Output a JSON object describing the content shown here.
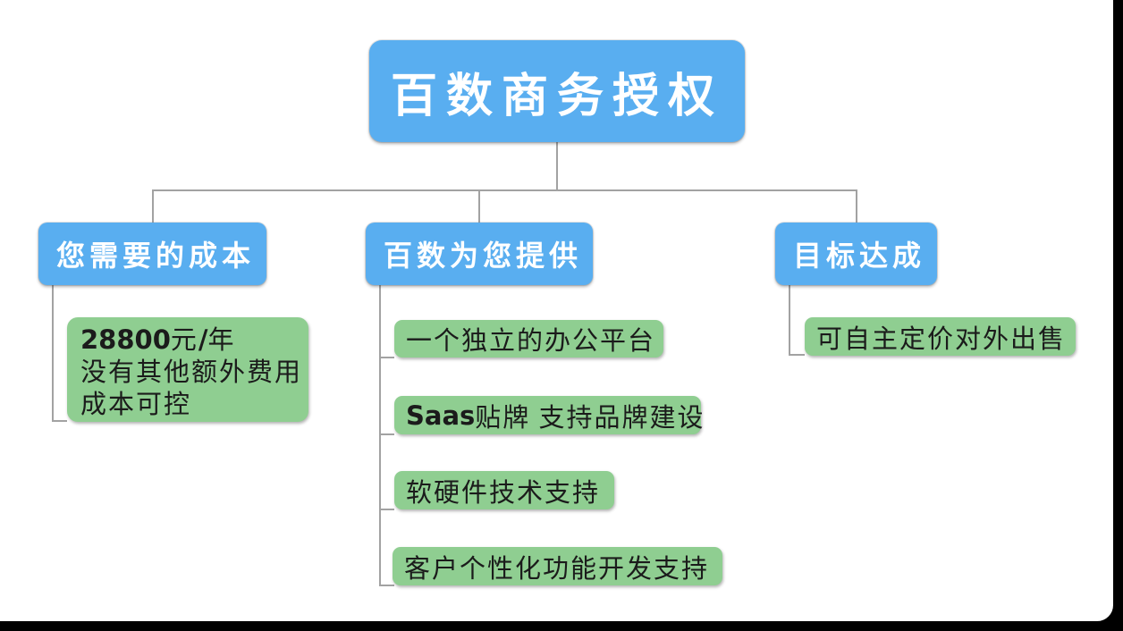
{
  "colors": {
    "node_blue": "#59aef0",
    "node_green": "#8fce91",
    "connector_gray": "#a2a2a2",
    "frame_black": "#000000",
    "text_light": "#ffffff",
    "text_dark": "#1b1b1b"
  },
  "diagram": {
    "root": {
      "label": "百数商务授权"
    },
    "branches": {
      "cost": {
        "label": "您需要的成本",
        "detail": {
          "amount": "28800",
          "unit_cny": "元",
          "slash": "/",
          "unit_year": "年",
          "line2": "没有其他额外费用",
          "line3": "成本可控"
        }
      },
      "provide": {
        "label": "百数为您提供",
        "items": [
          {
            "bold": "",
            "text": "一个独立的办公平台"
          },
          {
            "bold": "Saas",
            "text": "贴牌 支持品牌建设"
          },
          {
            "bold": "",
            "text": "软硬件技术支持"
          },
          {
            "bold": "",
            "text": "客户个性化功能开发支持"
          }
        ]
      },
      "goal": {
        "label": "目标达成",
        "items": [
          {
            "bold": "",
            "text": "可自主定价对外出售"
          }
        ]
      }
    }
  }
}
